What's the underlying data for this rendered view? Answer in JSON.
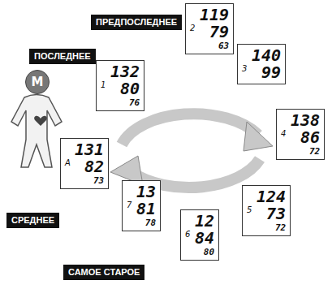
{
  "diagram": {
    "nodes": [
      {
        "text": [
          "ПРЕДПОСЛЕДНЕЕ"
        ]
      },
      {
        "text": [
          "2",
          "119",
          "79",
          "63"
        ]
      },
      {
        "text": [
          "ПОСЛЕДНЕЕ"
        ]
      },
      {
        "text": [
          "1",
          "132",
          "80",
          "76"
        ]
      },
      {
        "text": [
          "3",
          "140",
          "99"
        ]
      },
      {
        "text": [
          "M"
        ]
      },
      {
        "text": [
          "4",
          "138",
          "86",
          "72"
        ]
      },
      {
        "text": [
          "A",
          "131",
          "82",
          "73"
        ]
      },
      {
        "text": [
          "СРЕДНЕЕ"
        ]
      },
      {
        "text": [
          "5",
          "124",
          "73",
          "72"
        ]
      },
      {
        "text": [
          "7",
          "13",
          "81",
          "78"
        ]
      },
      {
        "text": [
          "6",
          "12",
          "84",
          "80"
        ]
      },
      {
        "text": [
          "САМОЕ СТАРОЕ"
        ]
      }
    ]
  }
}
